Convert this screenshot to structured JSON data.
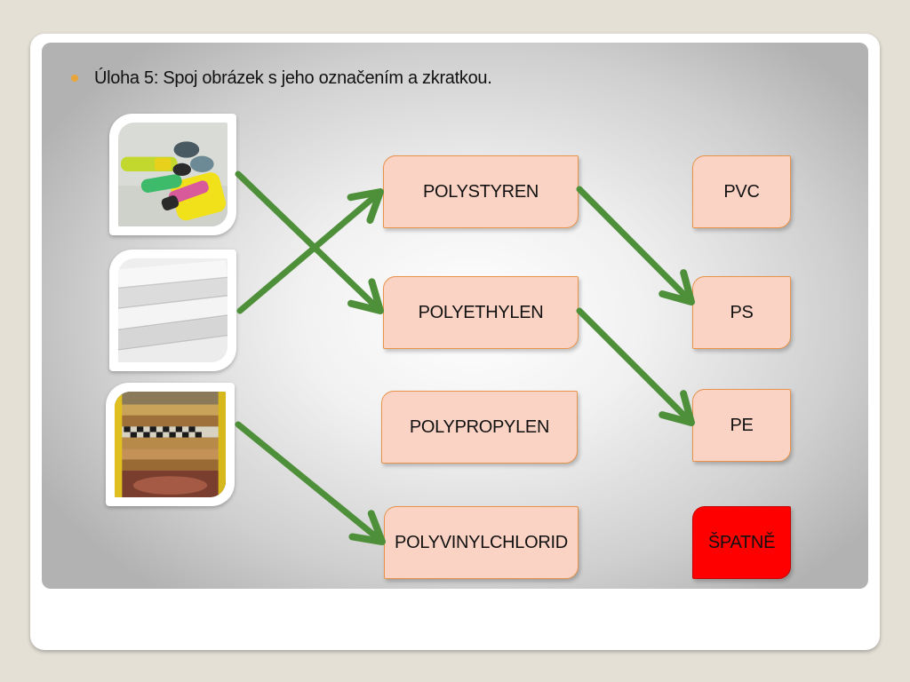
{
  "task": {
    "text": "Úloha 5: Spoj obrázek s jeho označením a zkratkou."
  },
  "pictures": [
    {
      "name": "bags-picture",
      "subject": "plastic bag rolls"
    },
    {
      "name": "polystyrene-sheets-picture",
      "subject": "polystyrene sheets"
    },
    {
      "name": "floor-rolls-picture",
      "subject": "floor covering rolls"
    }
  ],
  "names": [
    "POLYSTYREN",
    "POLYETHYLEN",
    "POLYPROPYLEN",
    "POLYVINYLCHLORID"
  ],
  "abbreviations": [
    "PVC",
    "PS",
    "PE"
  ],
  "result": {
    "label": "ŠPATNĚ",
    "color": "#ff0000"
  },
  "connections": [
    {
      "from": "picture-1",
      "to": "POLYETHYLEN"
    },
    {
      "from": "picture-2",
      "to": "POLYSTYREN"
    },
    {
      "from": "picture-3",
      "to": "POLYVINYLCHLORID"
    },
    {
      "from": "POLYSTYREN",
      "to": "PS"
    },
    {
      "from": "POLYETHYLEN",
      "to": "PE"
    }
  ],
  "colors": {
    "arrow": "#4e8f3a",
    "box_fill": "#fad3c4",
    "box_border": "#e8924a",
    "bullet": "#e8a53a"
  }
}
